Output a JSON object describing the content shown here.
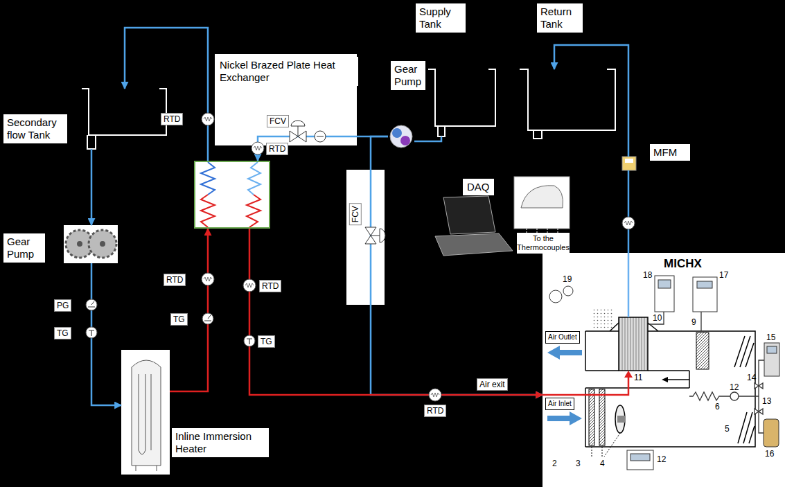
{
  "diagram": {
    "nodes": [
      {
        "text": [
          "Supply Tank"
        ]
      },
      {
        "text": [
          "Return Tank"
        ]
      },
      {
        "text": [
          "Secondary flow Tank"
        ]
      },
      {
        "text": [
          "Nickel Brazed Plate Heat Exchanger"
        ]
      },
      {
        "text": [
          "Gear Pump"
        ]
      },
      {
        "text": [
          "Gear Pump"
        ]
      },
      {
        "text": [
          "Inline Immersion Heater"
        ]
      },
      {
        "text": [
          "MFM"
        ]
      },
      {
        "text": [
          "MICHX"
        ]
      }
    ],
    "edges": [
      {
        "from": 0,
        "to": 4,
        "arrow": "none"
      },
      {
        "from": 4,
        "to": 3,
        "arrow": "to"
      },
      {
        "from": 4,
        "to": 8,
        "arrow": "to"
      },
      {
        "from": 3,
        "to": 2,
        "arrow": "to"
      },
      {
        "from": 2,
        "to": 5,
        "arrow": "to"
      },
      {
        "from": 5,
        "to": 6,
        "arrow": "to"
      },
      {
        "from": 6,
        "to": 3,
        "arrow": "to"
      },
      {
        "from": 3,
        "to": 8,
        "arrow": "to"
      },
      {
        "from": 8,
        "to": 7,
        "arrow": "none"
      },
      {
        "from": 7,
        "to": 1,
        "arrow": "to"
      }
    ],
    "labels": [
      "RTD",
      "RTD",
      "RTD",
      "RTD",
      "RTD",
      "TG",
      "TG",
      "PG",
      "TG",
      "FCV",
      "FCV",
      "DAQ",
      "To the Thermocouples",
      "Air exit",
      "Air Outlet",
      "Air Inlet",
      "19",
      "18",
      "17",
      "9",
      "10",
      "11",
      "12",
      "6",
      "13",
      "14",
      "15",
      "16",
      "5",
      "2",
      "3",
      "4",
      "12"
    ]
  }
}
